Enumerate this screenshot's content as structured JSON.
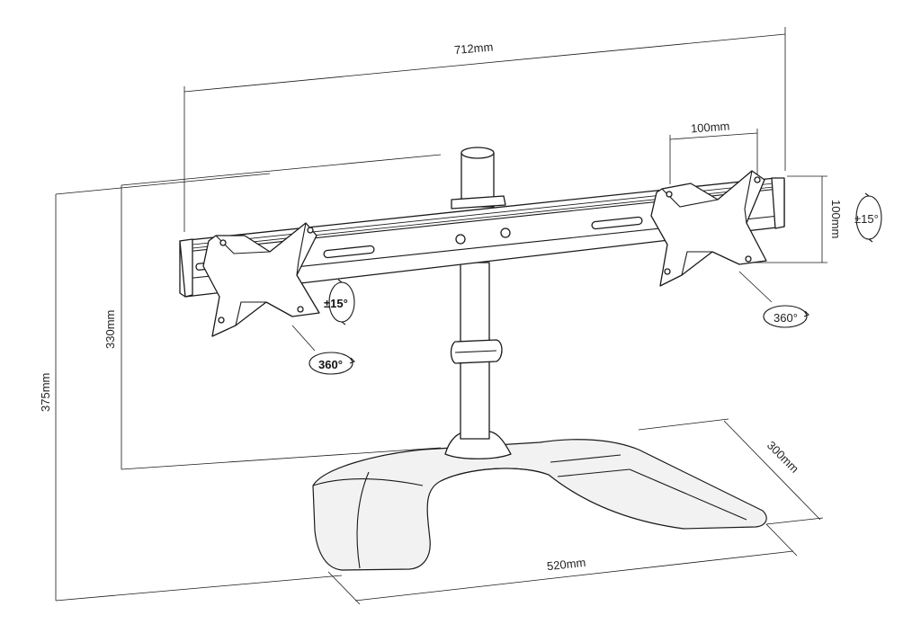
{
  "dimensions": {
    "overall_width": "712mm",
    "bracket_spacing": "100mm",
    "bracket_height": "100mm",
    "arm_height": "330mm",
    "total_height": "375mm",
    "base_width": "520mm",
    "base_depth": "300mm"
  },
  "rotations": {
    "left_tilt": "±15°",
    "left_rotate": "360°",
    "right_tilt": "±15°",
    "right_rotate": "360°"
  }
}
